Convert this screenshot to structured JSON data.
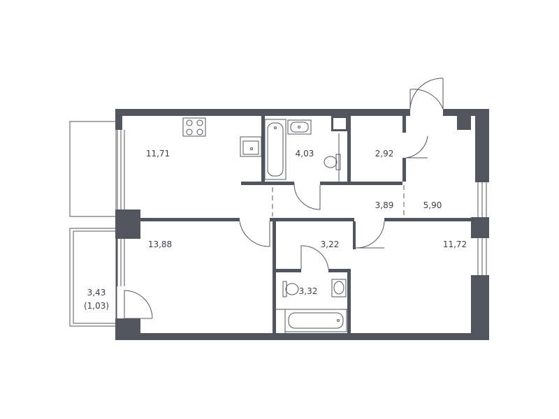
{
  "colors": {
    "wall": "#52555e",
    "line": "#52555e",
    "text": "#3c3f46",
    "background": "#ffffff"
  },
  "rooms": {
    "kitchen": "11,71",
    "bathroom_top": "4,03",
    "closet": "2,92",
    "corridor": "3,89",
    "hall": "5,90",
    "living_room": "13,88",
    "hall_small": "3,22",
    "bedroom": "11,72",
    "bathroom_bottom": "3,32",
    "balcony_area": "3,43",
    "balcony_reduced": "(1,03)"
  },
  "icons": [
    "stove-icon",
    "sink-icon",
    "bathtub-icon",
    "toilet-icon",
    "washbasin-icon",
    "door-swing-icon",
    "window-icon"
  ]
}
